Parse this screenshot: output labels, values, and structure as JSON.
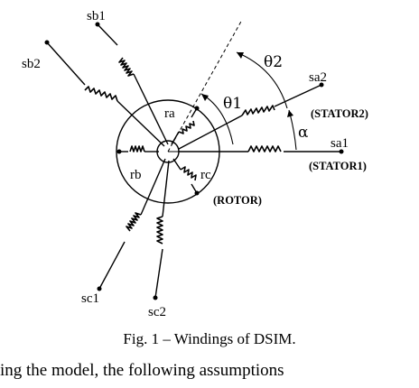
{
  "figure": {
    "stator_labels": {
      "sa1": "sa1",
      "sa2": "sa2",
      "sb1": "sb1",
      "sb2": "sb2",
      "sc1": "sc1",
      "sc2": "sc2"
    },
    "rotor_labels": {
      "ra": "ra",
      "rb": "rb",
      "rc": "rc"
    },
    "angle_labels": {
      "theta1": "θ1",
      "theta2": "θ2",
      "alpha": "α"
    },
    "block_labels": {
      "stator1": "(STATOR1)",
      "stator2": "(STATOR2)",
      "rotor": "(ROTOR)"
    }
  },
  "caption": "Fig. 1 – Windings of DSIM.",
  "cutoff_text": "ing the model, the following assumptions"
}
